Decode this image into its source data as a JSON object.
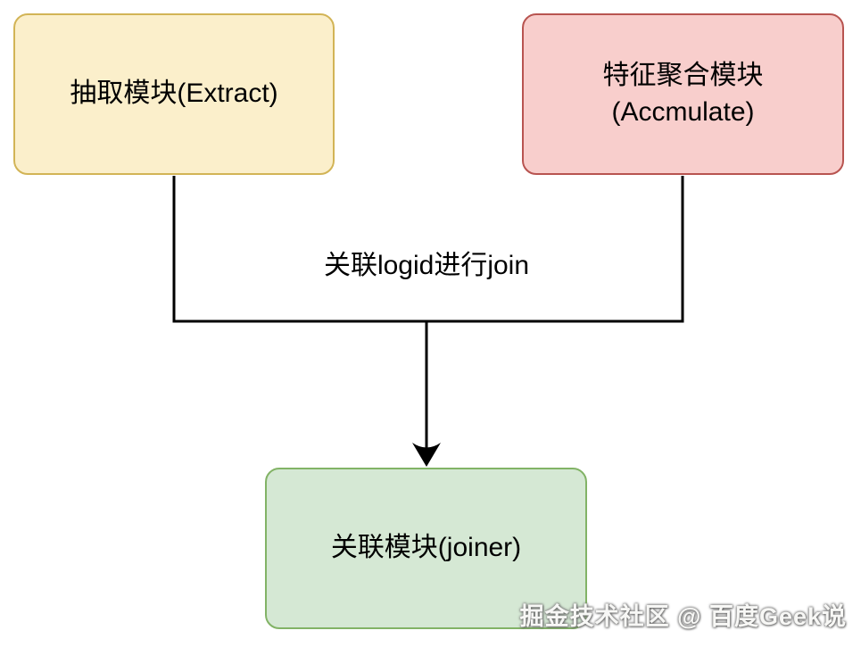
{
  "diagram": {
    "nodes": [
      {
        "id": "extract",
        "label": "抽取模块(Extract)",
        "fill": "#FBEFCB",
        "stroke": "#D2B456"
      },
      {
        "id": "accumulate",
        "lines": [
          "特征聚合模块",
          "(Accmulate)"
        ],
        "fill": "#F8CECC",
        "stroke": "#B85450"
      },
      {
        "id": "joiner",
        "label": "关联模块(joiner)",
        "fill": "#D5E8D4",
        "stroke": "#82B366"
      }
    ],
    "edge_label": "关联logid进行join",
    "line_color": "#000000",
    "text_color": "#000000"
  },
  "watermark": {
    "text": "掘金技术社区 @ 百度Geek说"
  }
}
